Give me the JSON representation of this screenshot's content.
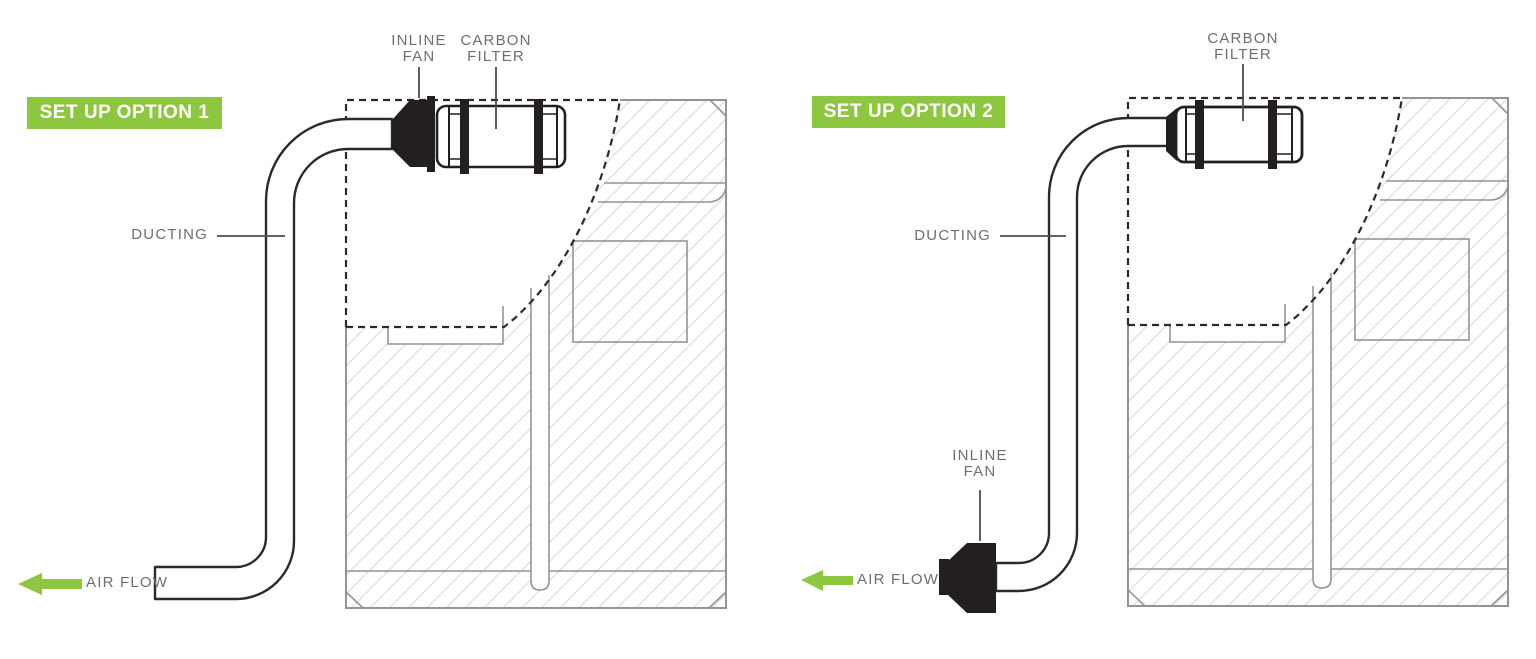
{
  "colors": {
    "accent_green": "#8dc63f",
    "label_gray": "#6d6e71",
    "line_dark": "#2b2b2b",
    "tent_line": "#929497",
    "hatch_gray": "#e0e1e2"
  },
  "panels": [
    {
      "badge": "SET UP OPTION 1",
      "inline_fan_label": "INLINE\nFAN",
      "carbon_filter_label": "CARBON\nFILTER",
      "ducting_label": "DUCTING",
      "air_flow_label": "AIR FLOW"
    },
    {
      "badge": "SET UP OPTION 2",
      "inline_fan_label": "INLINE\nFAN",
      "carbon_filter_label": "CARBON\nFILTER",
      "ducting_label": "DUCTING",
      "air_flow_label": "AIR FLOW"
    }
  ]
}
